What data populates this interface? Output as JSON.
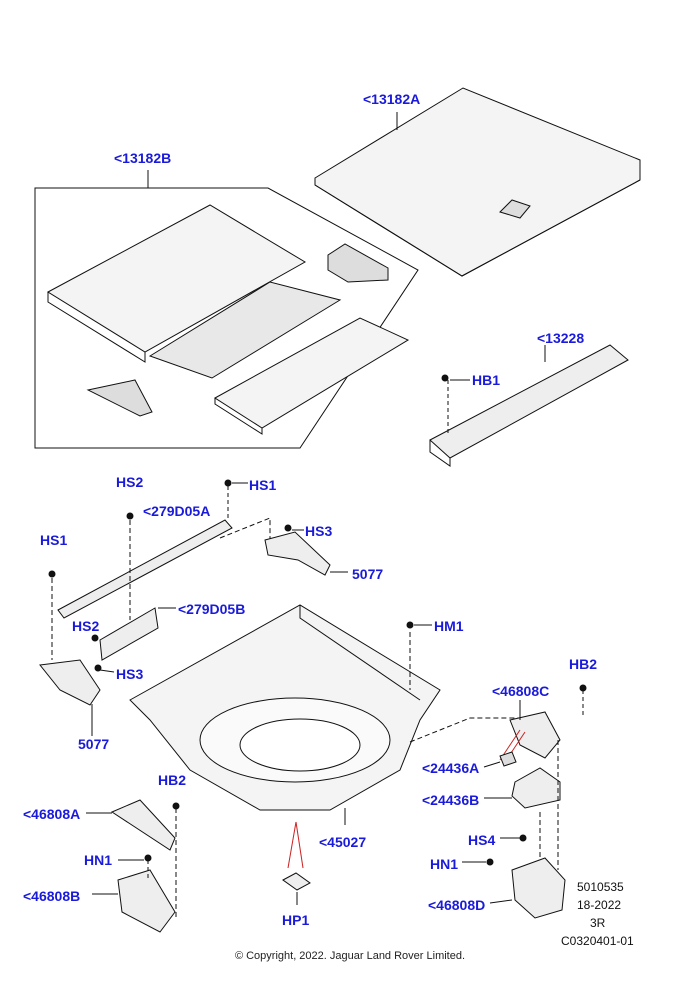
{
  "callouts": {
    "c13182A": "<13182A",
    "c13182B": "<13182B",
    "c13228": "<13228",
    "hb1": "HB1",
    "hs2_top": "HS2",
    "hs1_top": "HS1",
    "c279D05A": "<279D05A",
    "hs3_top": "HS3",
    "hs1_left": "HS1",
    "c5077_right": "5077",
    "c279D05B": "<279D05B",
    "hs2_left": "HS2",
    "hm1": "HM1",
    "hs3_left": "HS3",
    "hb2_right": "HB2",
    "c46808C": "<46808C",
    "c5077_left": "5077",
    "c24436A": "<24436A",
    "hb2_left": "HB2",
    "c46808A": "<46808A",
    "c24436B": "<24436B",
    "c45027": "<45027",
    "hs4": "HS4",
    "hn1_left": "HN1",
    "hn1_right": "HN1",
    "c46808B": "<46808B",
    "hp1": "HP1",
    "c46808D": "<46808D"
  },
  "meta": {
    "line1": "5010535",
    "line2": "18-2022",
    "line3": "3R",
    "line4": "C0320401-01"
  },
  "copyright": "© Copyright, 2022. Jaguar Land Rover Limited.",
  "colors": {
    "callout": "#1a1adb",
    "line": "#111111",
    "panel": "#f2f2f2"
  }
}
